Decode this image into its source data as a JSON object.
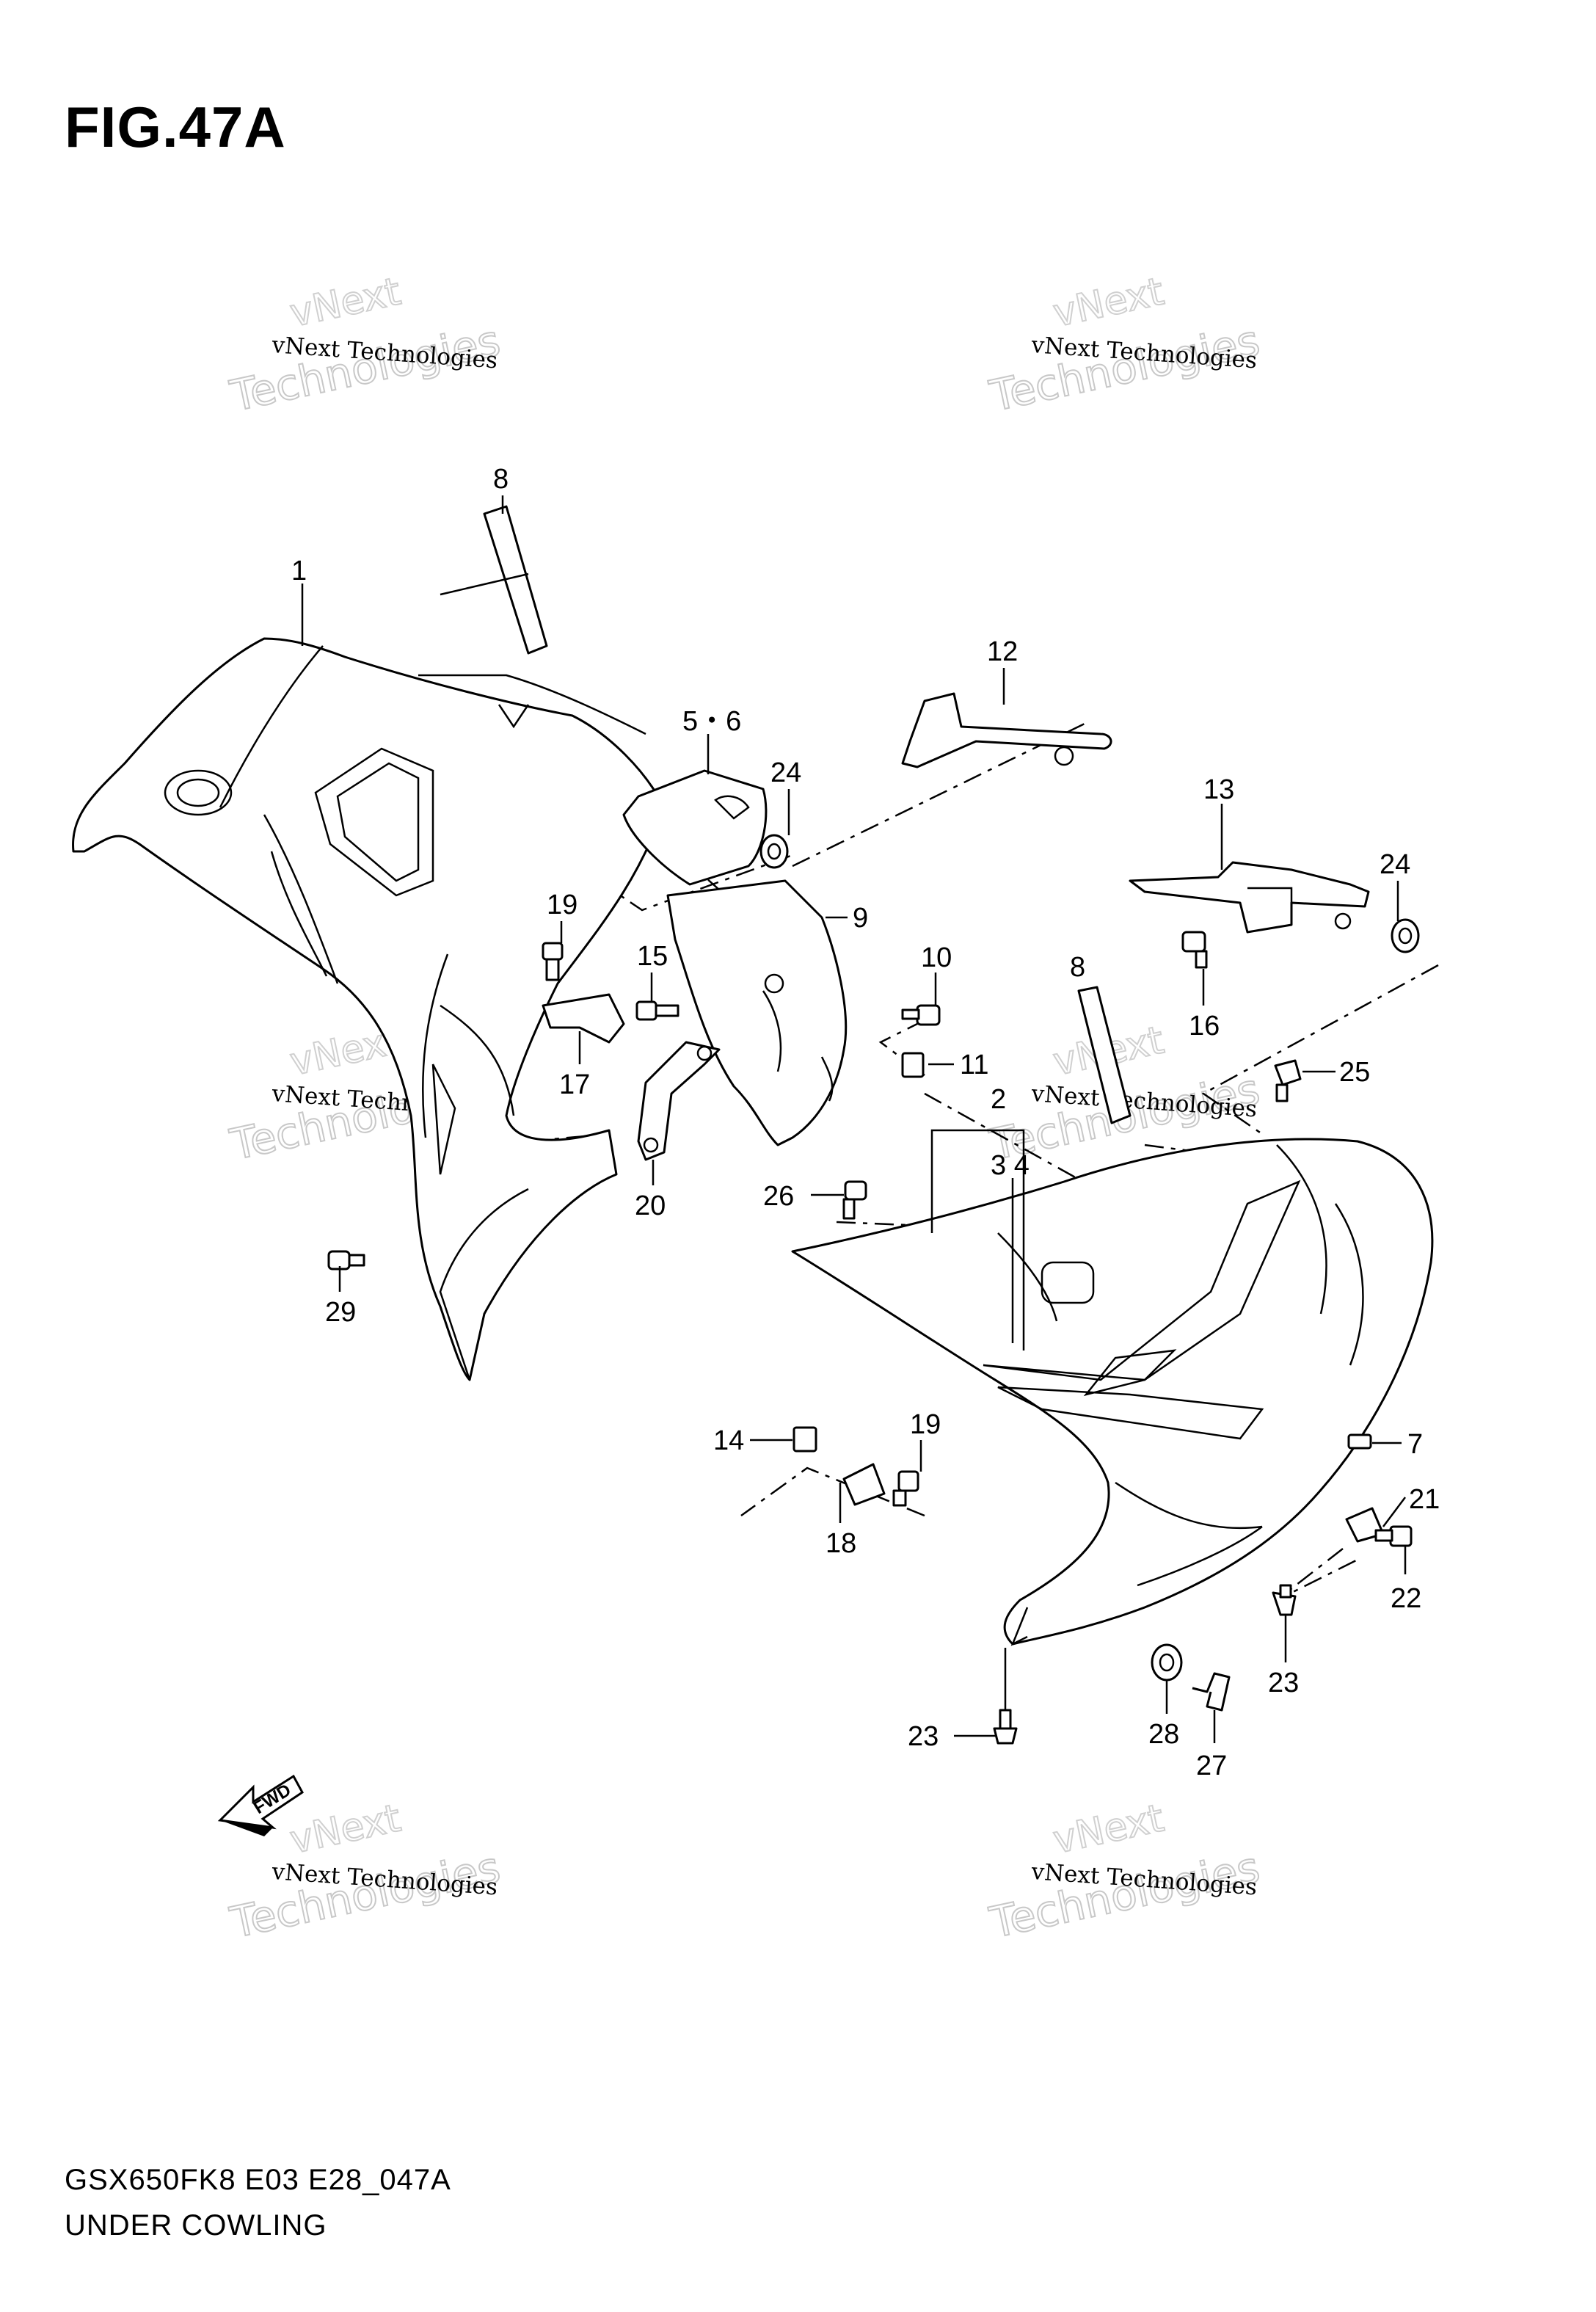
{
  "figure": {
    "title": "FIG.47A"
  },
  "footer": {
    "model_code": "GSX650FK8 E03 E28_047A",
    "diagram_name": "UNDER COWLING"
  },
  "watermark": {
    "line_small": "vNext Technologies",
    "line_large_a": "Technologies",
    "line_large_b": "vNext"
  },
  "fwd_arrow": {
    "label": "FWD"
  },
  "callouts": {
    "p1": "1",
    "p2": "2",
    "p3_4": "3 4",
    "p5_6": "5・6",
    "p7": "7",
    "p8_upper": "8",
    "p8_lower": "8",
    "p9": "9",
    "p10": "10",
    "p11": "11",
    "p12": "12",
    "p13": "13",
    "p14": "14",
    "p15": "15",
    "p16": "16",
    "p17": "17",
    "p18": "18",
    "p19_left": "19",
    "p19_right": "19",
    "p20": "20",
    "p21": "21",
    "p22": "22",
    "p23_right": "23",
    "p23_bottom": "23",
    "p24_upper": "24",
    "p24_right": "24",
    "p25": "25",
    "p26": "26",
    "p27": "27",
    "p28": "28",
    "p29": "29"
  }
}
